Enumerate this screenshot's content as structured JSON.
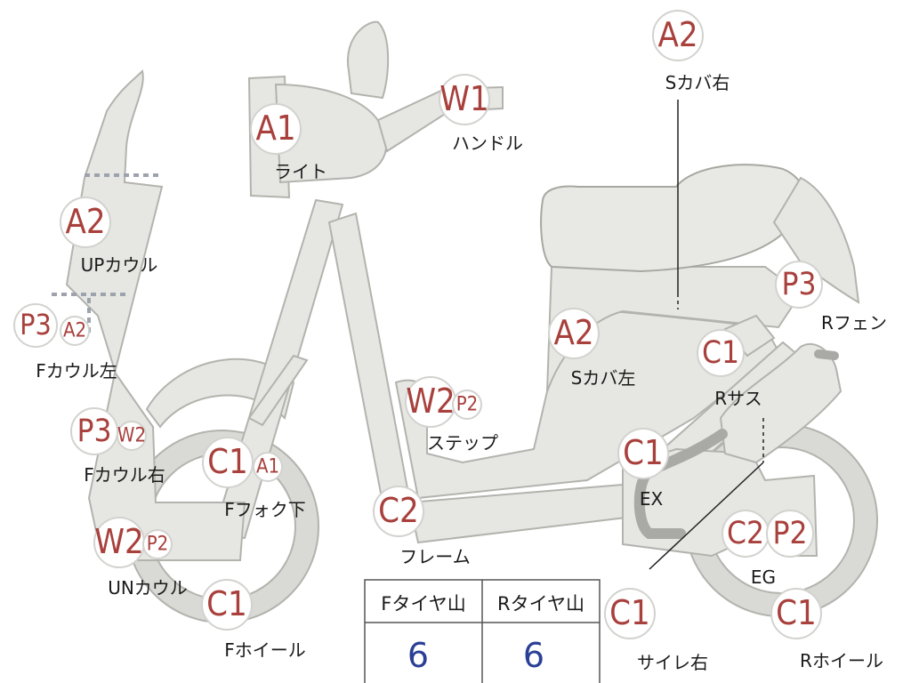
{
  "parts": [
    {
      "id": "light",
      "label": "ライト",
      "codes": [
        "A1"
      ]
    },
    {
      "id": "handle",
      "label": "ハンドル",
      "codes": [
        "W1"
      ]
    },
    {
      "id": "s-cover-right",
      "label": "Sカバ右",
      "codes": [
        "A2"
      ]
    },
    {
      "id": "up-cowl",
      "label": "UPカウル",
      "codes": [
        "A2"
      ]
    },
    {
      "id": "r-fender",
      "label": "Rフェン",
      "codes": [
        "P3"
      ]
    },
    {
      "id": "f-cowl-left",
      "label": "Fカウル左",
      "codes": [
        "P3",
        "A2"
      ]
    },
    {
      "id": "s-cover-left",
      "label": "Sカバ左",
      "codes": [
        "A2"
      ]
    },
    {
      "id": "r-suspension",
      "label": "Rサス",
      "codes": [
        "C1"
      ]
    },
    {
      "id": "step",
      "label": "ステップ",
      "codes": [
        "W2",
        "P2"
      ]
    },
    {
      "id": "f-cowl-right",
      "label": "Fカウル右",
      "codes": [
        "P3",
        "W2"
      ]
    },
    {
      "id": "f-fork-lower",
      "label": "Fフォク下",
      "codes": [
        "C1",
        "A1"
      ]
    },
    {
      "id": "ex",
      "label": "EX",
      "codes": [
        "C1"
      ]
    },
    {
      "id": "frame",
      "label": "フレーム",
      "codes": [
        "C2"
      ]
    },
    {
      "id": "eg",
      "label": "EG",
      "codes": [
        "C2",
        "P2"
      ]
    },
    {
      "id": "un-cowl",
      "label": "UNカウル",
      "codes": [
        "W2",
        "P2"
      ]
    },
    {
      "id": "f-wheel",
      "label": "Fホイール",
      "codes": [
        "C1"
      ]
    },
    {
      "id": "silencer-right",
      "label": "サイレ右",
      "codes": [
        "C1"
      ]
    },
    {
      "id": "r-wheel",
      "label": "Rホイール",
      "codes": [
        "C1"
      ]
    }
  ],
  "tire_table": {
    "headers": [
      "Fタイヤ山",
      "Rタイヤ山"
    ],
    "values": [
      "6",
      "6"
    ]
  },
  "colors": {
    "code_red": "#a8403c",
    "value_blue": "#2a3f96",
    "part_fill": "#e6e6e3"
  }
}
